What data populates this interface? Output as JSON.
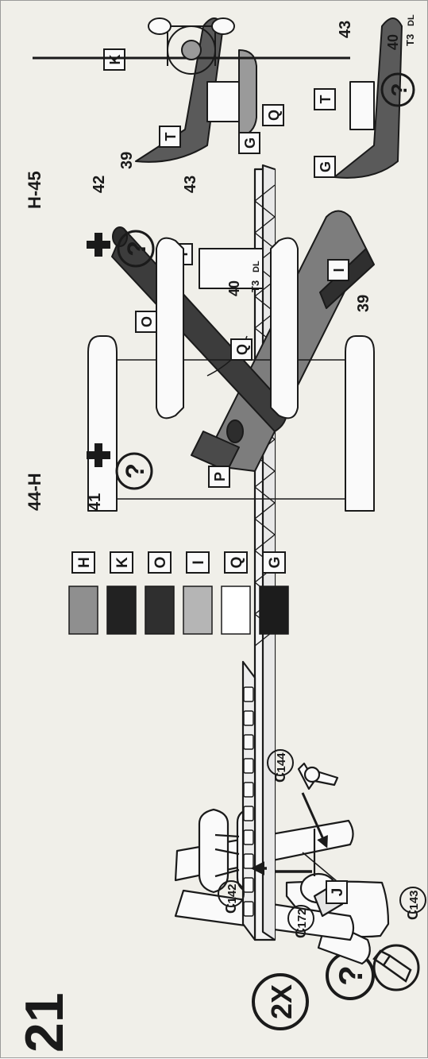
{
  "step_number": "21",
  "question_mark": "?",
  "multiplier": "2X",
  "parts": {
    "c143": {
      "prefix": "C",
      "number": "143"
    },
    "c142": {
      "prefix": "C",
      "number": "142"
    },
    "c144": {
      "prefix": "C",
      "number": "144"
    },
    "c172": {
      "prefix": "C",
      "number": "172"
    }
  },
  "paint_tags": {
    "J": "J",
    "H": "H",
    "I": "I",
    "O": "O",
    "P": "P",
    "Q": "Q",
    "G": "G",
    "K": "K",
    "T": "T"
  },
  "color_key": [
    {
      "letter": "H",
      "color": "#8f8f8f"
    },
    {
      "letter": "K",
      "color": "#222222"
    },
    {
      "letter": "O",
      "color": "#2f2f2f"
    },
    {
      "letter": "I",
      "color": "#b5b5b5"
    },
    {
      "letter": "Q",
      "color": "#ffffff"
    },
    {
      "letter": "G",
      "color": "#1c1c1c"
    }
  ],
  "decals": {
    "n39": "39",
    "n41": "41",
    "n42": "42",
    "n43": "43",
    "n40": "40",
    "n44": "44",
    "n45": "45",
    "h_left": "44-H",
    "h_right": "H-45",
    "code_t3": "T3",
    "code_dl": "DL"
  }
}
